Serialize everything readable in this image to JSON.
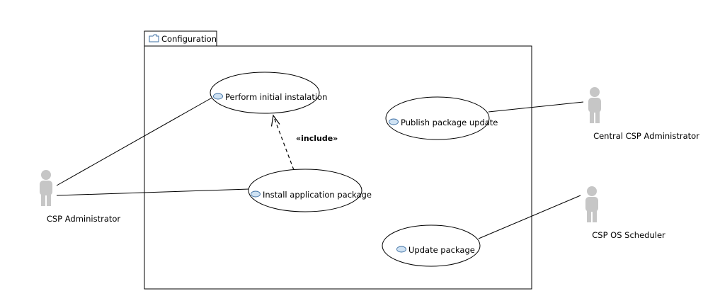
{
  "package": {
    "name": "Configuration",
    "icon": "folder-icon"
  },
  "use_cases": [
    {
      "id": "perform-initial-installation",
      "label": "Perform initial instalation"
    },
    {
      "id": "install-application-package",
      "label": "Install application package"
    },
    {
      "id": "publish-package-update",
      "label": "Publish package update"
    },
    {
      "id": "update-package",
      "label": "Update package"
    }
  ],
  "actors": [
    {
      "id": "csp-administrator",
      "label": "CSP Administrator"
    },
    {
      "id": "central-csp-administrator",
      "label": "Central CSP Administrator"
    },
    {
      "id": "csp-os-scheduler",
      "label": "CSP OS Scheduler"
    }
  ],
  "relationships": [
    {
      "type": "association",
      "from": "csp-administrator",
      "to": "perform-initial-installation"
    },
    {
      "type": "association",
      "from": "csp-administrator",
      "to": "install-application-package"
    },
    {
      "type": "association",
      "from": "central-csp-administrator",
      "to": "publish-package-update"
    },
    {
      "type": "association",
      "from": "csp-os-scheduler",
      "to": "update-package"
    },
    {
      "type": "include",
      "from": "install-application-package",
      "to": "perform-initial-installation",
      "label": "«include»"
    }
  ],
  "colors": {
    "actor": "#c6c6c6",
    "use_case_icon": "#cfe2f3",
    "line": "#000000"
  }
}
